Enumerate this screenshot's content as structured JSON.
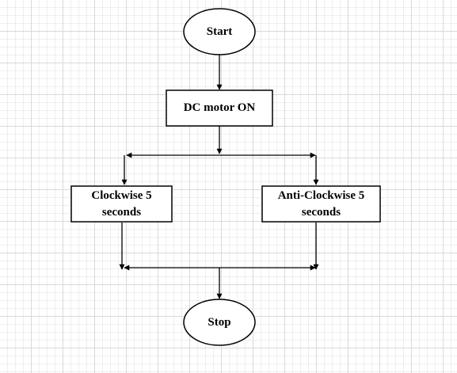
{
  "diagram": {
    "type": "flowchart",
    "colors": {
      "stroke": "#000000",
      "fill": "#ffffff",
      "grid": "#d9d9d9"
    },
    "nodes": {
      "start": {
        "label": "Start",
        "shape": "ellipse"
      },
      "motor_on": {
        "label": "DC motor ON",
        "shape": "rectangle"
      },
      "clockwise": {
        "label": "Clockwise 5\nseconds",
        "shape": "rectangle"
      },
      "anticlockwise": {
        "label": "Anti-Clockwise 5\nseconds",
        "shape": "rectangle"
      },
      "stop": {
        "label": "Stop",
        "shape": "ellipse"
      }
    },
    "edges": [
      {
        "from": "start",
        "to": "motor_on"
      },
      {
        "from": "motor_on",
        "to": "clockwise"
      },
      {
        "from": "motor_on",
        "to": "anticlockwise"
      },
      {
        "from": "clockwise",
        "to": "stop"
      },
      {
        "from": "anticlockwise",
        "to": "stop"
      }
    ]
  }
}
